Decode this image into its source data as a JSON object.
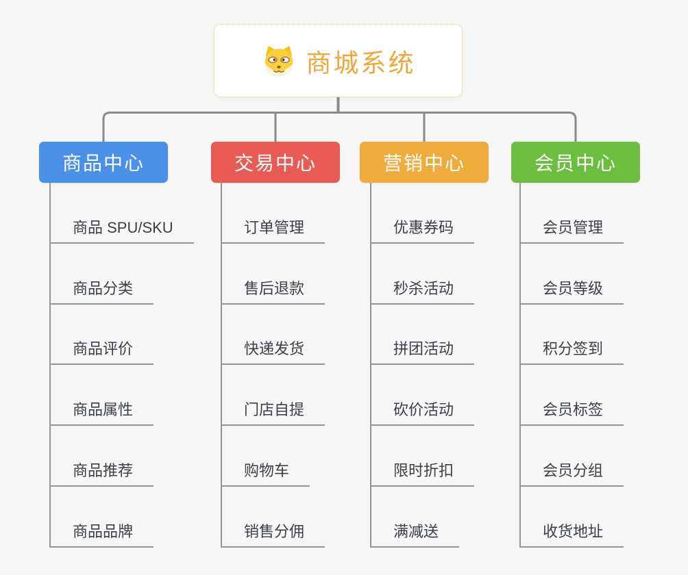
{
  "root": {
    "title": "商城系统",
    "icon": "dog-face-icon",
    "title_color": "#f0a73c",
    "border_color": "#f0c271"
  },
  "colors": {
    "background": "#f7f7f8",
    "connector_line": "#8a8a8a",
    "sub_line": "#949494",
    "item_text": "#3b4046"
  },
  "branches": [
    {
      "label": "商品中心",
      "color": "#4a90e8",
      "items": [
        "商品 SPU/SKU",
        "商品分类",
        "商品评价",
        "商品属性",
        "商品推荐",
        "商品品牌"
      ]
    },
    {
      "label": "交易中心",
      "color": "#e85a54",
      "items": [
        "订单管理",
        "售后退款",
        "快递发货",
        "门店自提",
        "购物车",
        "销售分佣"
      ]
    },
    {
      "label": "营销中心",
      "color": "#efab3c",
      "items": [
        "优惠券码",
        "秒杀活动",
        "拼团活动",
        "砍价活动",
        "限时折扣",
        "满减送"
      ]
    },
    {
      "label": "会员中心",
      "color": "#6cbe40",
      "items": [
        "会员管理",
        "会员等级",
        "积分签到",
        "会员标签",
        "会员分组",
        "收货地址"
      ]
    }
  ]
}
